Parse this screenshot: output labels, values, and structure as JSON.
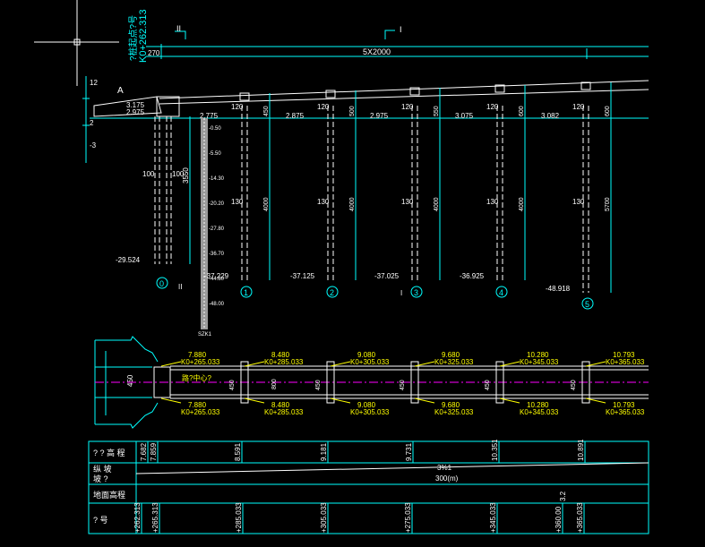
{
  "colors": {
    "background": "#000000",
    "structure": "#00ffff",
    "white": "#ffffff",
    "yellow": "#ffff00",
    "magenta": "#ff00ff",
    "grey": "#b0b0b0"
  },
  "station": {
    "label": "K0+262.313",
    "sub": "?桩起点?号"
  },
  "span_total": "5X2000",
  "abutment_seat": "270",
  "section_marks": {
    "II": "II",
    "I": "I"
  },
  "elevation_marks": {
    "top": "12",
    "mid": "2",
    "bottom": "-3"
  },
  "abutment": {
    "label": "A",
    "deck_elev": "3.175",
    "seat_elev": "2.975",
    "pile_width_left": "100",
    "pile_width_right": "100",
    "cap": "120",
    "depth": "3550",
    "tip": "-29.524",
    "number": "0"
  },
  "borehole": {
    "name": "SZK1",
    "depths": [
      "-0.50",
      "-5.50",
      "-14.30",
      "-20.20",
      "-27.80",
      "-36.70",
      "-44.80",
      "-48.00"
    ]
  },
  "piers": [
    {
      "number": "1",
      "top_elev": "2.775",
      "cap": "120",
      "col": "130",
      "h1": "450",
      "h2": "4000",
      "tip": "-37.229"
    },
    {
      "number": "2",
      "top_elev": "2.875",
      "cap": "120",
      "col": "130",
      "h1": "500",
      "h2": "4000",
      "tip": "-37.125"
    },
    {
      "number": "3",
      "top_elev": "2.975",
      "cap": "120",
      "col": "130",
      "h1": "550",
      "h2": "4000",
      "tip": "-37.025"
    },
    {
      "number": "4",
      "top_elev": "3.075",
      "cap": "120",
      "col": "130",
      "h1": "600",
      "h2": "4000",
      "tip": "-36.925"
    },
    {
      "number": "5",
      "top_elev": "3.082",
      "cap": "120",
      "col": "130",
      "h1": "600",
      "h2": "5700",
      "tip": "-48.918"
    }
  ],
  "plan": {
    "centerline": "路?中心?",
    "abutment_width": "450",
    "width_main": "800",
    "pier_width": "450",
    "top_labels": [
      {
        "elev": "7.880",
        "sta": "K0+265.033"
      },
      {
        "elev": "8.480",
        "sta": "K0+285.033"
      },
      {
        "elev": "9.080",
        "sta": "K0+305.033"
      },
      {
        "elev": "9.680",
        "sta": "K0+325.033"
      },
      {
        "elev": "10.280",
        "sta": "K0+345.033"
      },
      {
        "elev": "10.793",
        "sta": "K0+365.033"
      }
    ],
    "bottom_labels": [
      {
        "elev": "7.880",
        "sta": "K0+265.033"
      },
      {
        "elev": "8.480",
        "sta": "K0+285.033"
      },
      {
        "elev": "9.080",
        "sta": "K0+305.033"
      },
      {
        "elev": "9.680",
        "sta": "K0+325.033"
      },
      {
        "elev": "10.280",
        "sta": "K0+345.033"
      },
      {
        "elev": "10.793",
        "sta": "K0+365.033"
      }
    ]
  },
  "table": {
    "row_labels": [
      "? ? 高 程",
      "纵 坡",
      "坡 ?",
      "地面高程",
      "? 号"
    ],
    "design_elevations": [
      "7.682",
      "7.859",
      "8.591",
      "9.181",
      "9.731",
      "10.351",
      "10.891"
    ],
    "slope_percent": "3%1",
    "slope_length": "300(m)",
    "chainage_marks": [
      "+262.313",
      "+265.313",
      "+285.033",
      "+305.033",
      "+275.033",
      "+345.033",
      "+360.00",
      "+365.033"
    ],
    "small_value": "3.2"
  }
}
